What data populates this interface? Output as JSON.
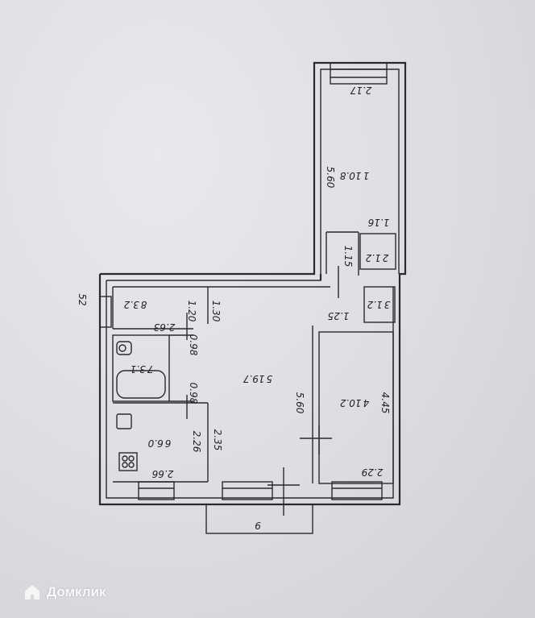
{
  "rooms": [
    {
      "number": "1",
      "area": "10.8"
    },
    {
      "number": "2",
      "area": "1.2"
    },
    {
      "number": "3",
      "area": "1.2"
    },
    {
      "number": "4",
      "area": "10.2"
    },
    {
      "number": "5",
      "area": "19.7"
    },
    {
      "number": "6",
      "area": "6.0"
    },
    {
      "number": "7",
      "area": "3.1"
    },
    {
      "number": "8",
      "area": "3.2"
    }
  ],
  "dimensions": {
    "d_217": "2.17",
    "d_560a": "5.60",
    "d_116": "1.16",
    "d_115": "1.15",
    "d_125": "1.25",
    "d_445": "4.45",
    "d_229": "2.29",
    "d_560b": "5.60",
    "d_130": "1.30",
    "d_120": "1.20",
    "d_263": "2.63",
    "d_098a": "0.98",
    "d_098b": "0.98",
    "d_235": "2.35",
    "d_226": "2.26",
    "d_266": "2.66",
    "d_52": "52",
    "d_9": "9"
  },
  "watermark": {
    "text": "Домклик",
    "icon": "house-icon"
  }
}
